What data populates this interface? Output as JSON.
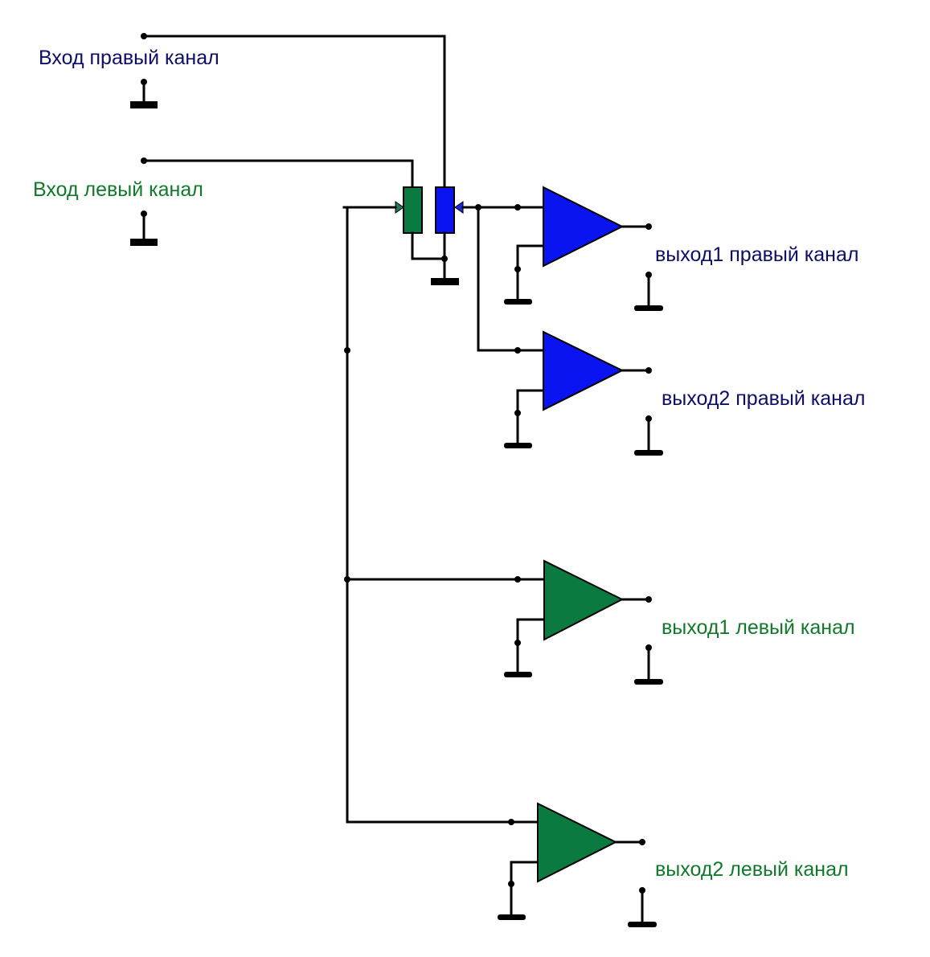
{
  "title": "Схема распределения стереосигнала через сдвоенный потенциометр на четыре буферных усилителя",
  "colors": {
    "right_channel_component": "#0a14f0",
    "left_channel_component": "#0a7a40",
    "right_channel_text": "#0d0d6b",
    "left_channel_text": "#117a2a",
    "wire": "#000000"
  },
  "inputs": {
    "right": {
      "label": "Вход правый канал",
      "channel": "right"
    },
    "left": {
      "label": "Вход левый канал",
      "channel": "left"
    }
  },
  "potentiometers": [
    {
      "id": "pot-left",
      "channel": "left",
      "icon": "potentiometer-icon"
    },
    {
      "id": "pot-right",
      "channel": "right",
      "icon": "potentiometer-icon"
    }
  ],
  "amplifiers": [
    {
      "id": "amp-out1-right",
      "channel": "right",
      "label": "выход1 правый канал",
      "icon": "op-amp-triangle-icon"
    },
    {
      "id": "amp-out2-right",
      "channel": "right",
      "label": "выход2 правый канал",
      "icon": "op-amp-triangle-icon"
    },
    {
      "id": "amp-out1-left",
      "channel": "left",
      "label": "выход1 левый канал",
      "icon": "op-amp-triangle-icon"
    },
    {
      "id": "amp-out2-left",
      "channel": "left",
      "label": "выход2 левый канал",
      "icon": "op-amp-triangle-icon"
    }
  ]
}
